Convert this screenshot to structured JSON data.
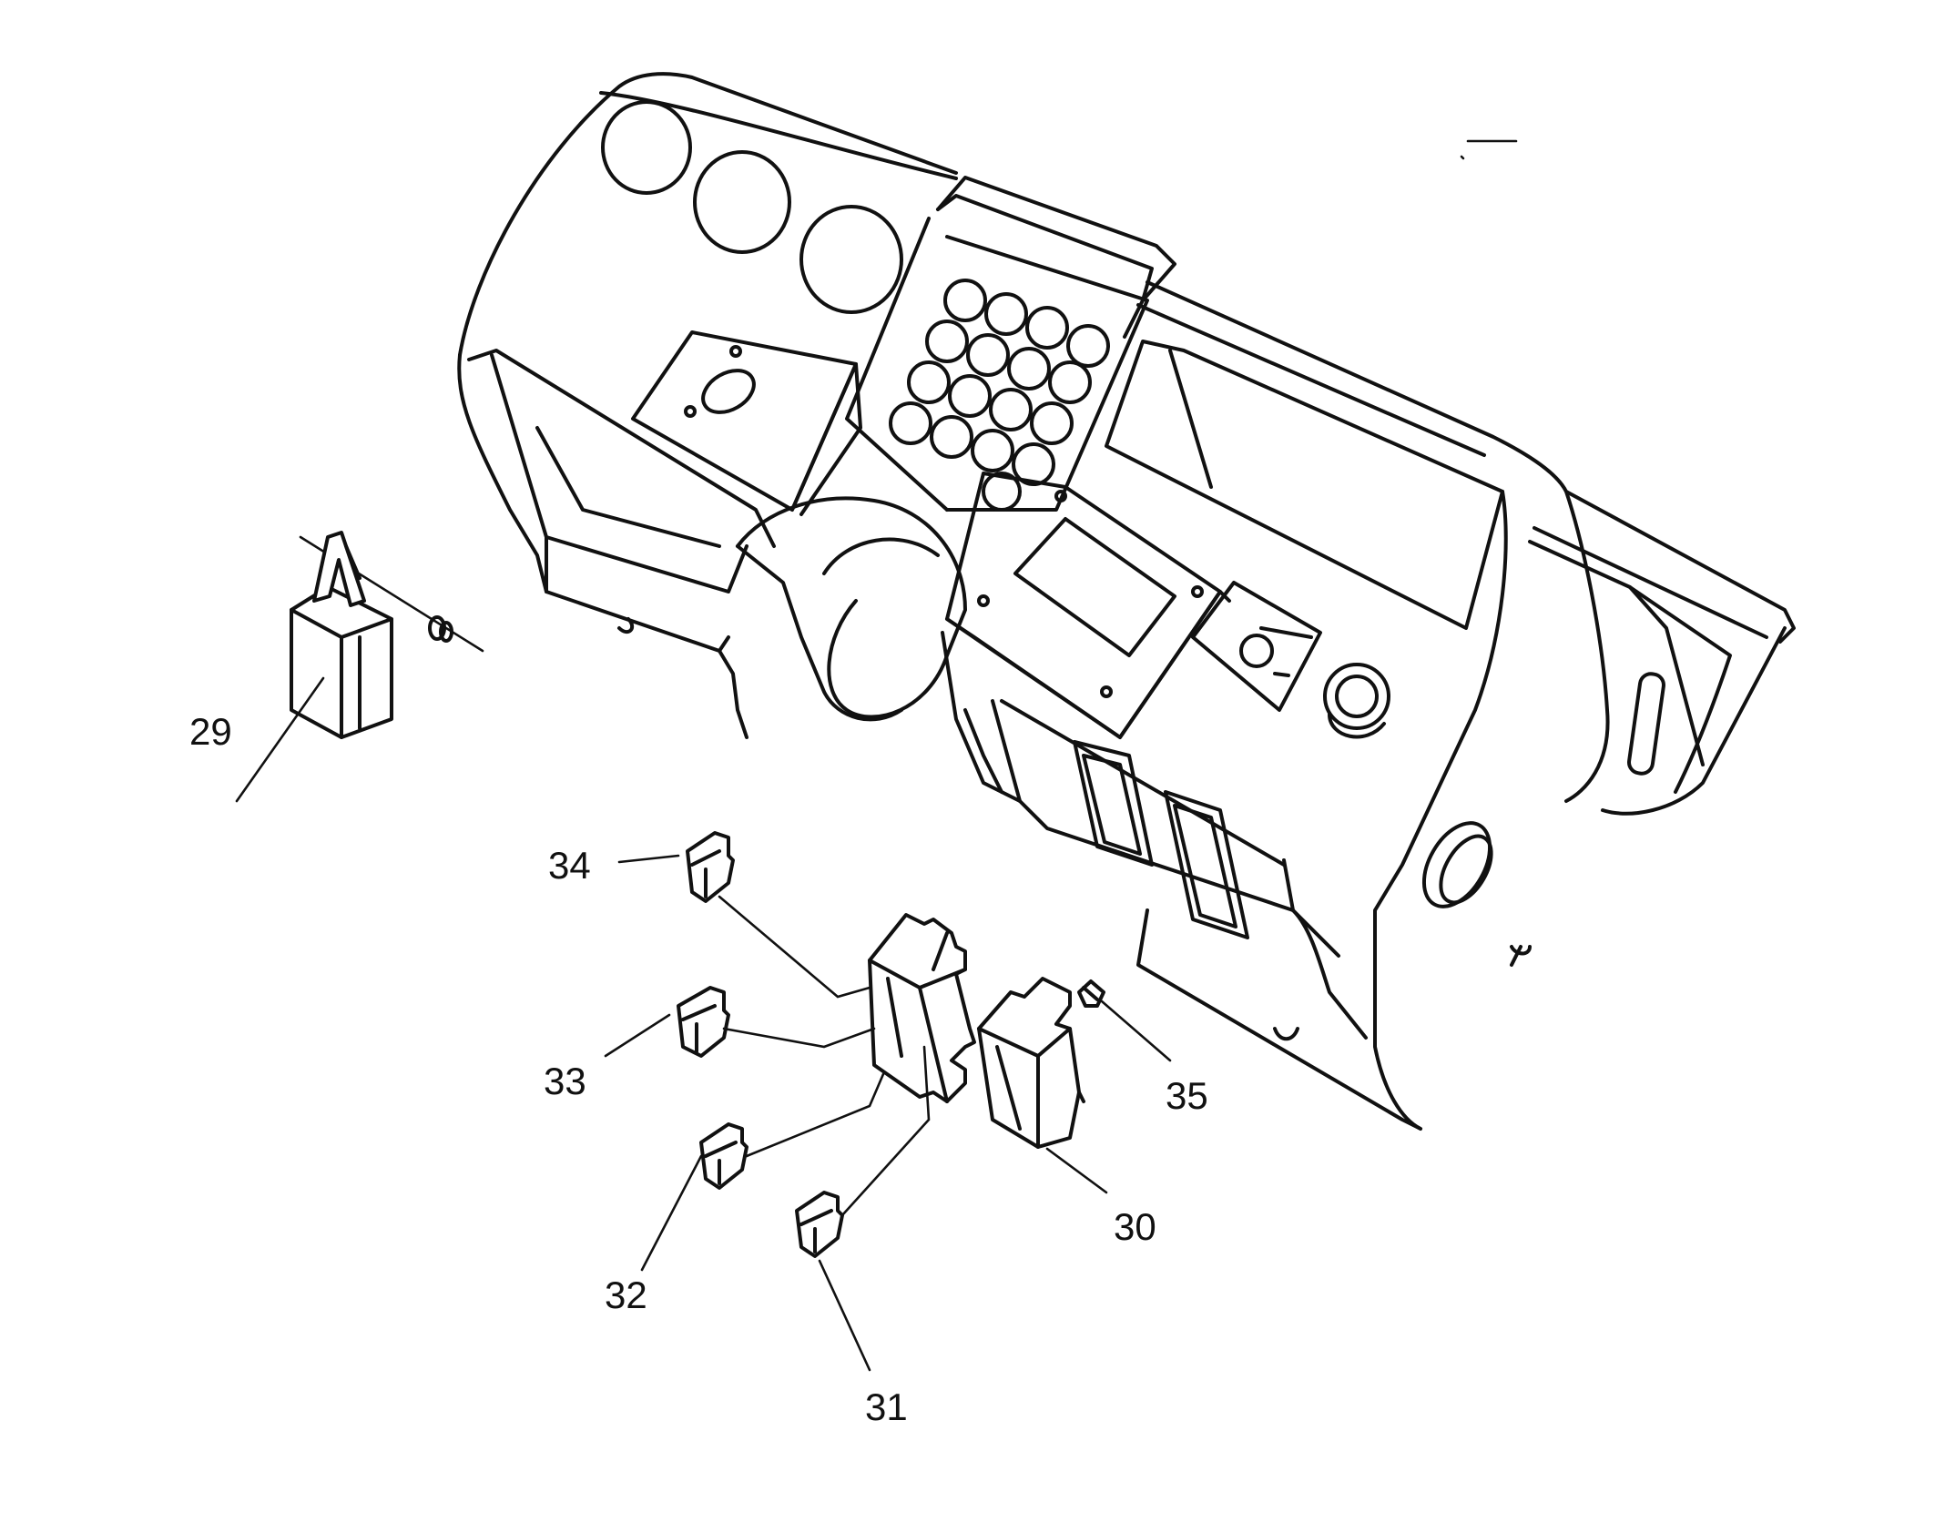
{
  "callouts": [
    {
      "id": "29",
      "label": "29"
    },
    {
      "id": "30",
      "label": "30"
    },
    {
      "id": "31",
      "label": "31"
    },
    {
      "id": "32",
      "label": "32"
    },
    {
      "id": "33",
      "label": "33"
    },
    {
      "id": "34",
      "label": "34"
    },
    {
      "id": "35",
      "label": "35"
    }
  ]
}
